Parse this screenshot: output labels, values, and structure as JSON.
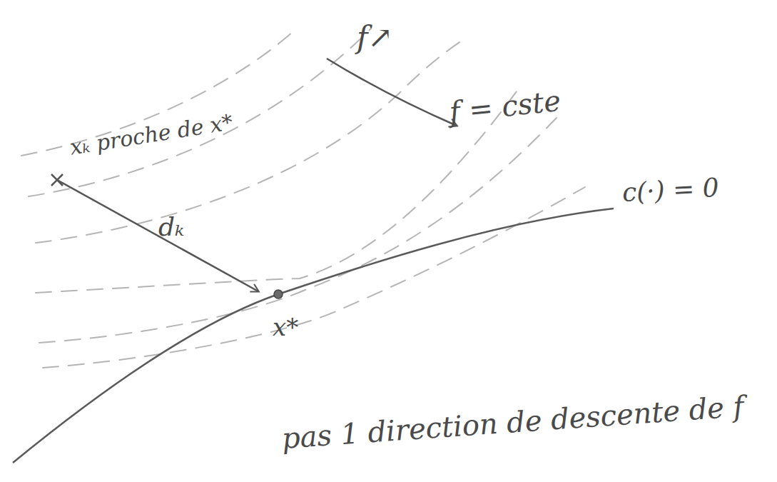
{
  "diagram": {
    "labels": [
      "f↗",
      "f = cste",
      "xₖ proche de x*",
      "dₖ",
      "c(·) = 0",
      "x*",
      "pas 1 direction de descente de f"
    ]
  }
}
